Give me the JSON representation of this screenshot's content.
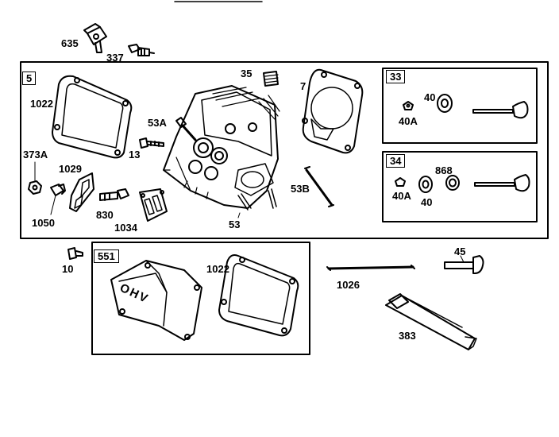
{
  "colors": {
    "ink": "#000000",
    "paper": "#ffffff"
  },
  "groups": {
    "kit_5": "5",
    "kit_33": "33",
    "kit_34": "34",
    "kit_551": "551"
  },
  "labels": {
    "p635": "635",
    "p337": "337",
    "p35": "35",
    "p7": "7",
    "p1022_top": "1022",
    "p53A": "53A",
    "p13": "13",
    "p373A": "373A",
    "p1029": "1029",
    "p1050": "1050",
    "p830": "830",
    "p1034": "1034",
    "p53": "53",
    "p53B": "53B",
    "p40_kit33": "40",
    "p40A_kit33": "40A",
    "p868": "868",
    "p40A_kit34": "40A",
    "p40_kit34": "40",
    "p10": "10",
    "p1022_bottom": "1022",
    "p1026": "1026",
    "p45": "45",
    "p383": "383",
    "cover_text": "OHV"
  }
}
